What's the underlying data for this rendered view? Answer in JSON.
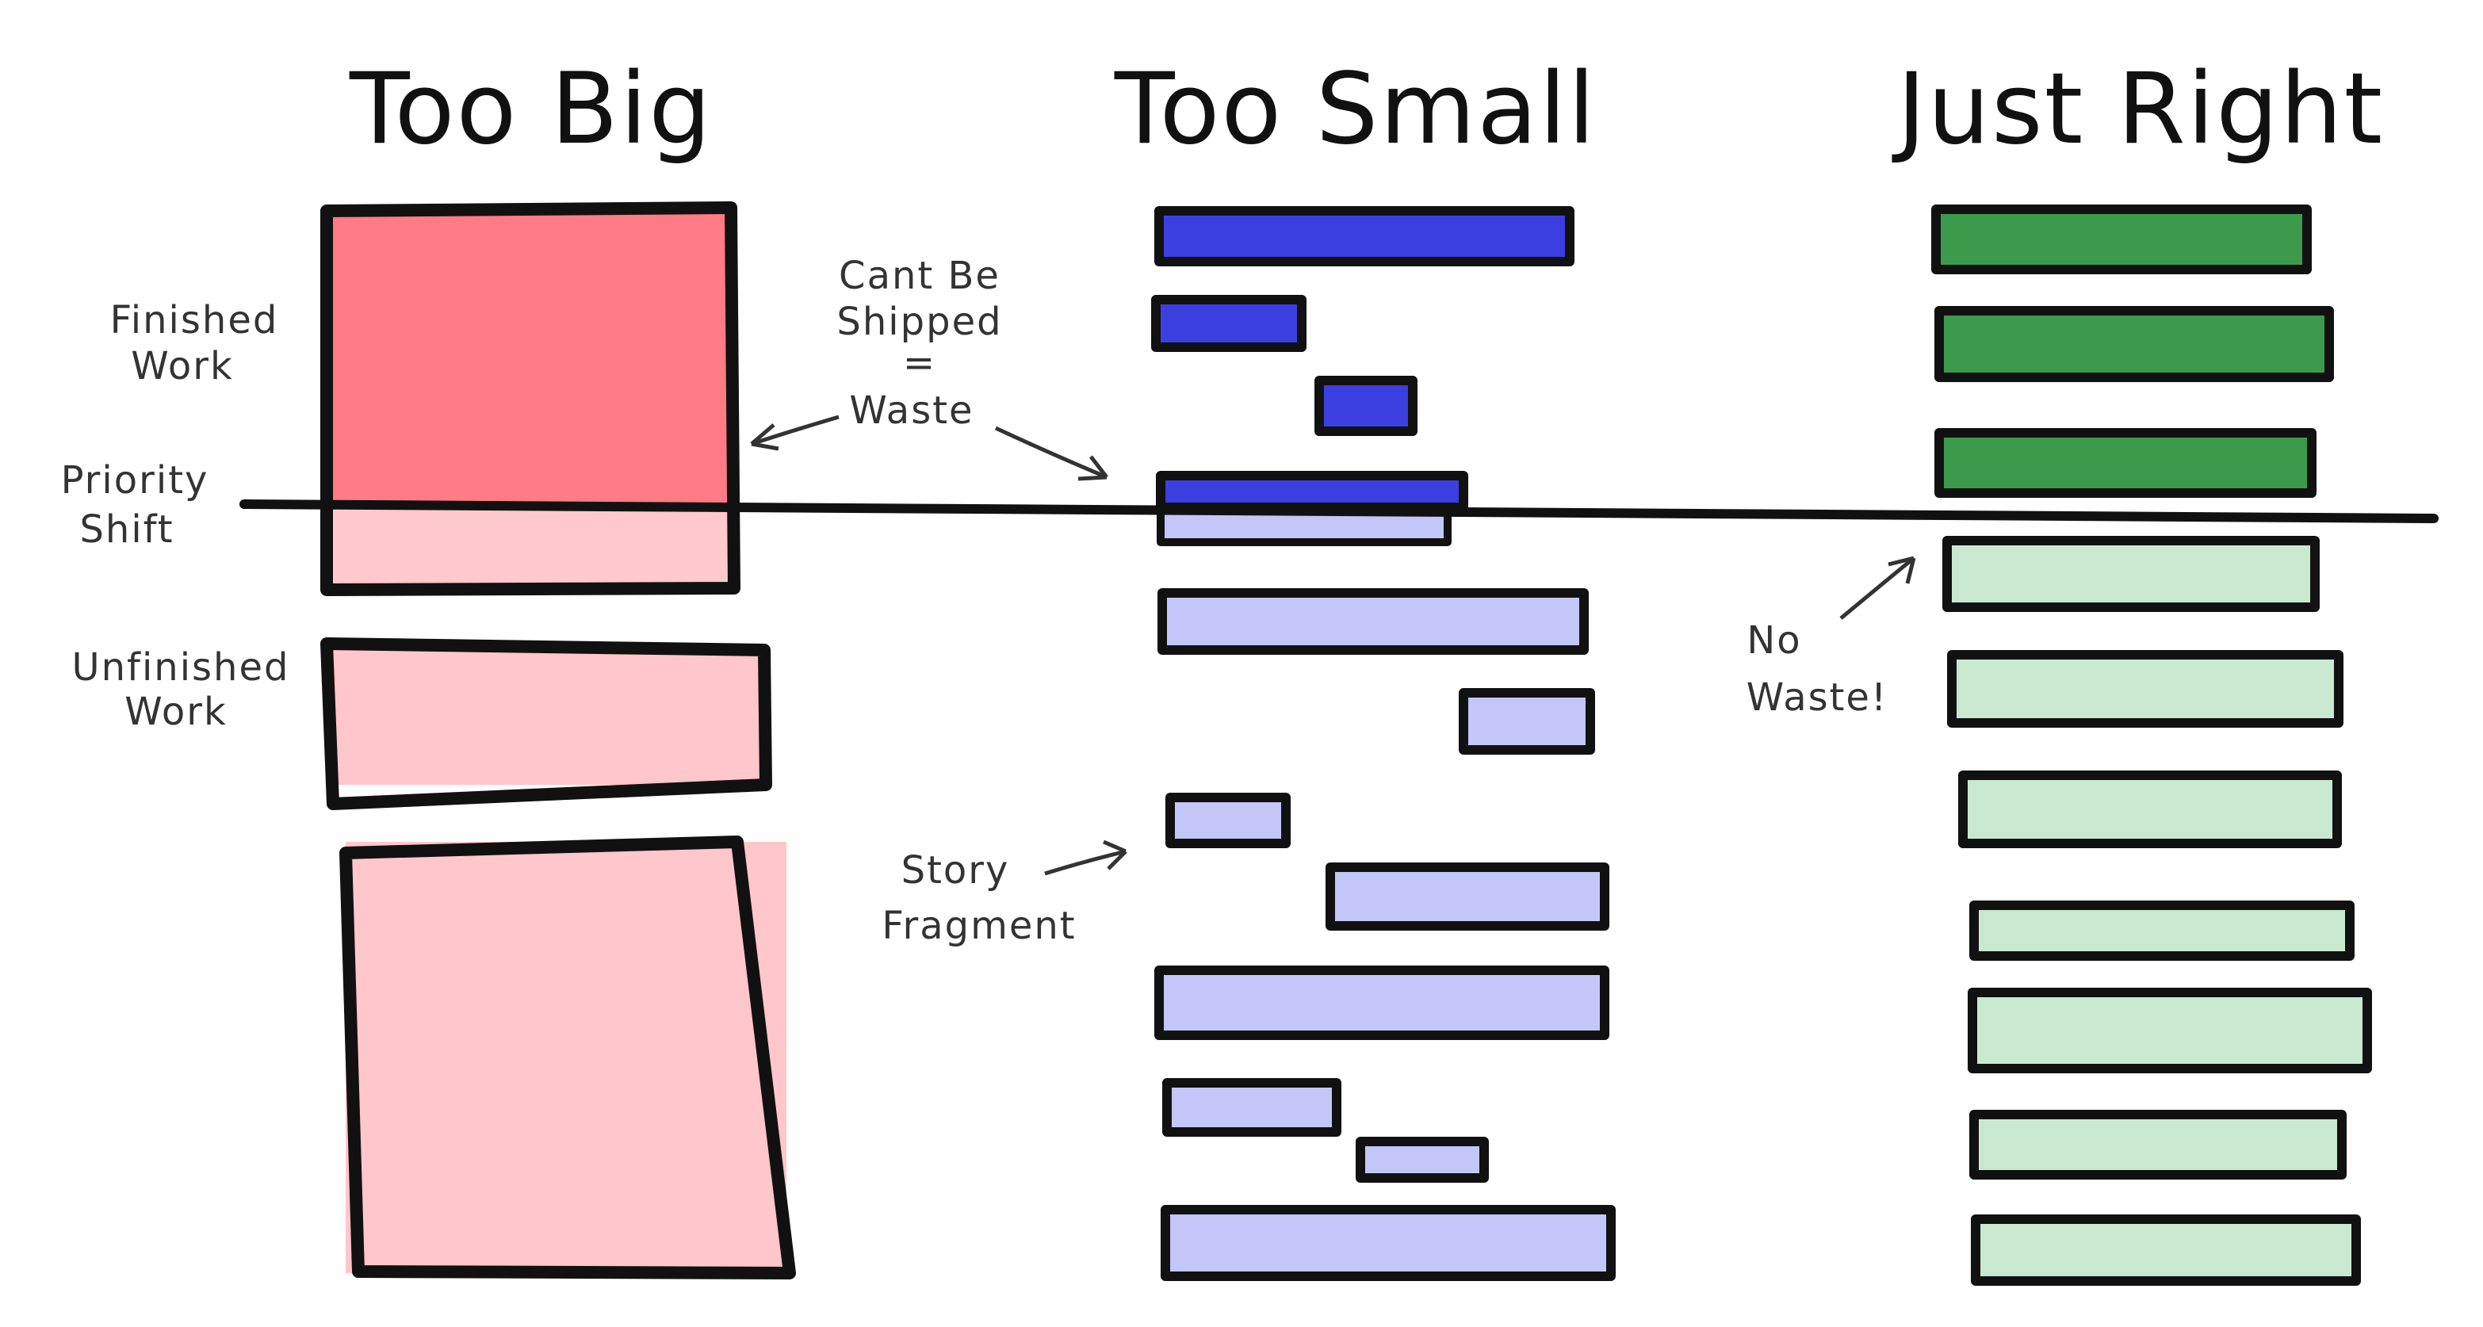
{
  "columns": {
    "too_big": {
      "title": "Too Big",
      "blocks": [
        {
          "state": "finished-upper",
          "fill": "#ff7b86"
        },
        {
          "state": "unfinished-lower",
          "fill": "#ffc6cb"
        },
        {
          "state": "unfinished",
          "fill": "#ffc6cb"
        },
        {
          "state": "unfinished",
          "fill": "#ffc6cb"
        }
      ]
    },
    "too_small": {
      "title": "Too Small",
      "finished_fill": "#3b3fe0",
      "unfinished_fill": "#c3c6f7"
    },
    "just_right": {
      "title": "Just Right",
      "finished_fill": "#3b9a4c",
      "unfinished_fill": "#c8e9cf"
    }
  },
  "annotations": {
    "finished_work": [
      "Finished",
      "Work"
    ],
    "priority_shift": [
      "Priority",
      "Shift"
    ],
    "unfinished_work": [
      "Unfinished",
      "Work"
    ],
    "cant_be_shipped": [
      "Cant Be",
      "Shipped",
      "=",
      "Waste"
    ],
    "story_fragment": [
      "Story",
      "Fragment"
    ],
    "no_waste": [
      "No",
      "Waste!"
    ]
  },
  "colors": {
    "outline": "#111111",
    "priority_line": "#111111",
    "annotation_text": "#333333"
  }
}
